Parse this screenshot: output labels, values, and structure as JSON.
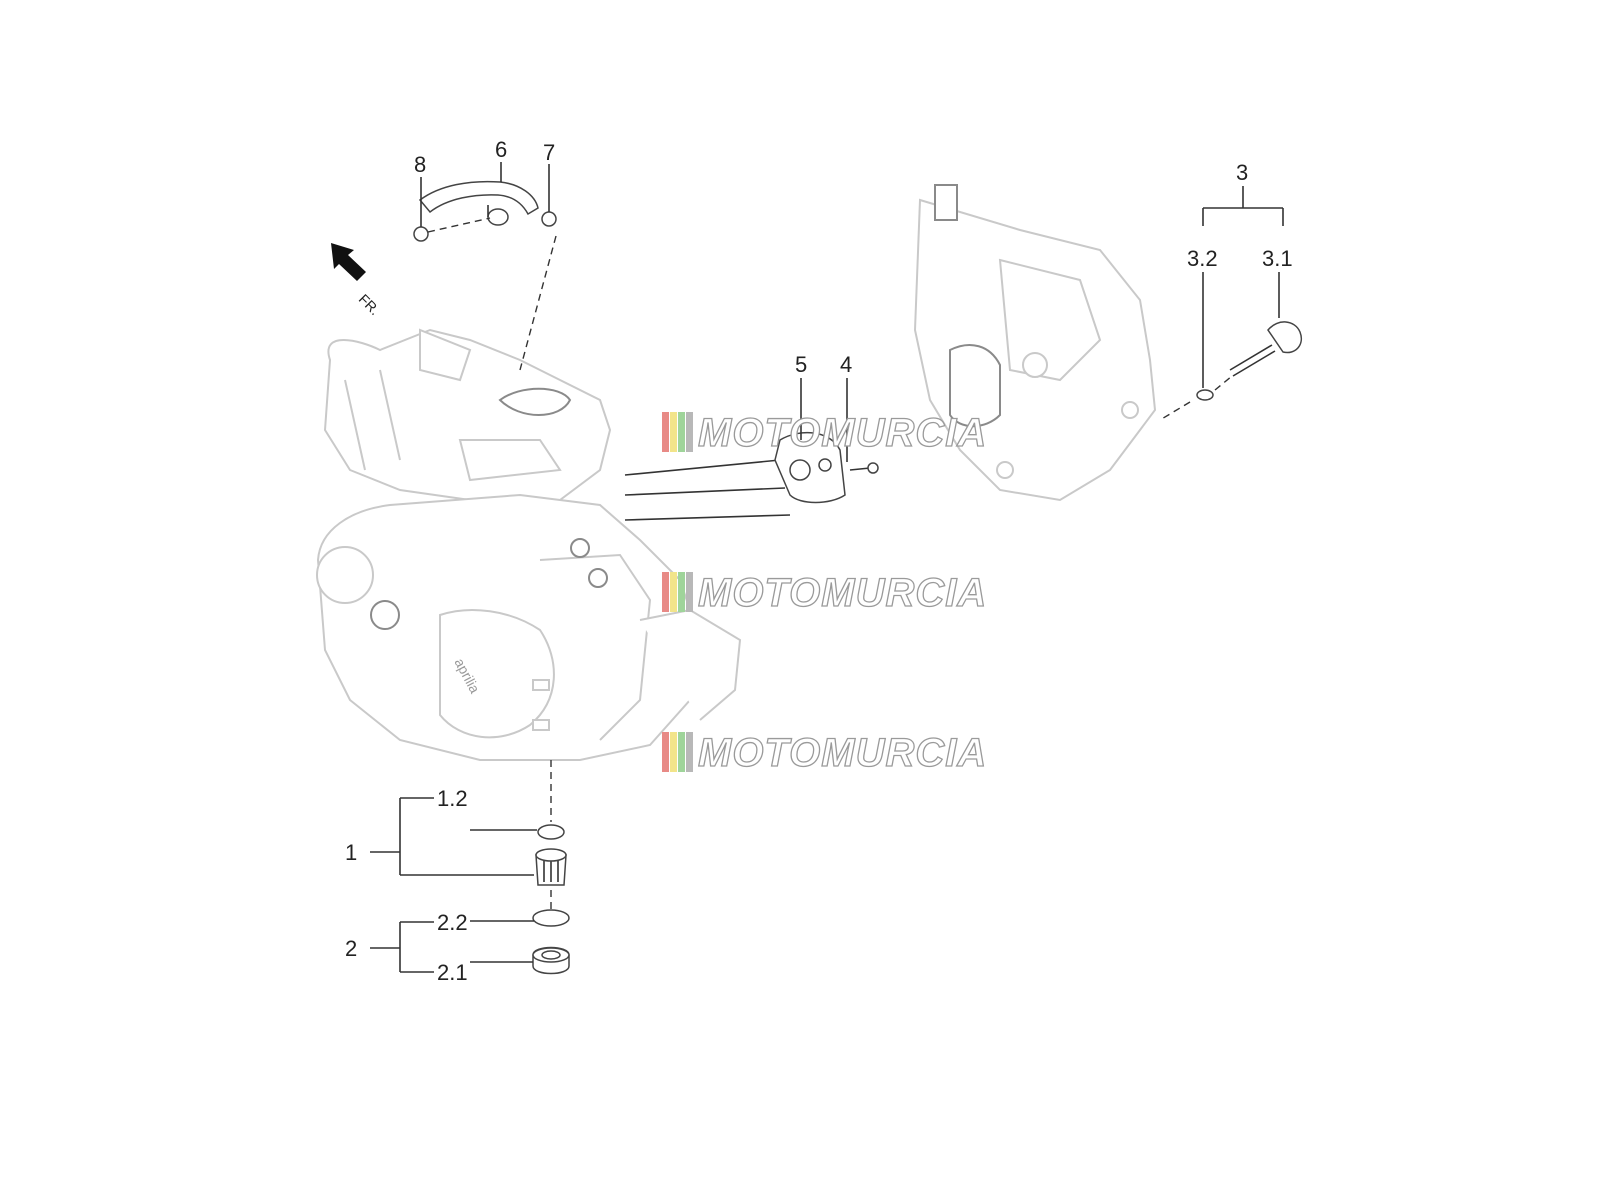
{
  "callouts": {
    "c1": "1",
    "c1_2": "1.2",
    "c2": "2",
    "c2_1": "2.1",
    "c2_2": "2.2",
    "c3": "3",
    "c3_1": "3.1",
    "c3_2": "3.2",
    "c4": "4",
    "c5": "5",
    "c6": "6",
    "c7": "7",
    "c8": "8"
  },
  "front_marker": "FR.",
  "engine_logo": "aprilia",
  "watermark": "MOTOMURCIA",
  "colors": {
    "stroke": "#333333",
    "engine_outline": "#c9c9c9",
    "watermark_stripe_red": "#e88a86",
    "watermark_stripe_yellow": "#f2e48a",
    "watermark_stripe_green": "#9fd49a",
    "watermark_stripe_gray": "#b8b8b8"
  }
}
